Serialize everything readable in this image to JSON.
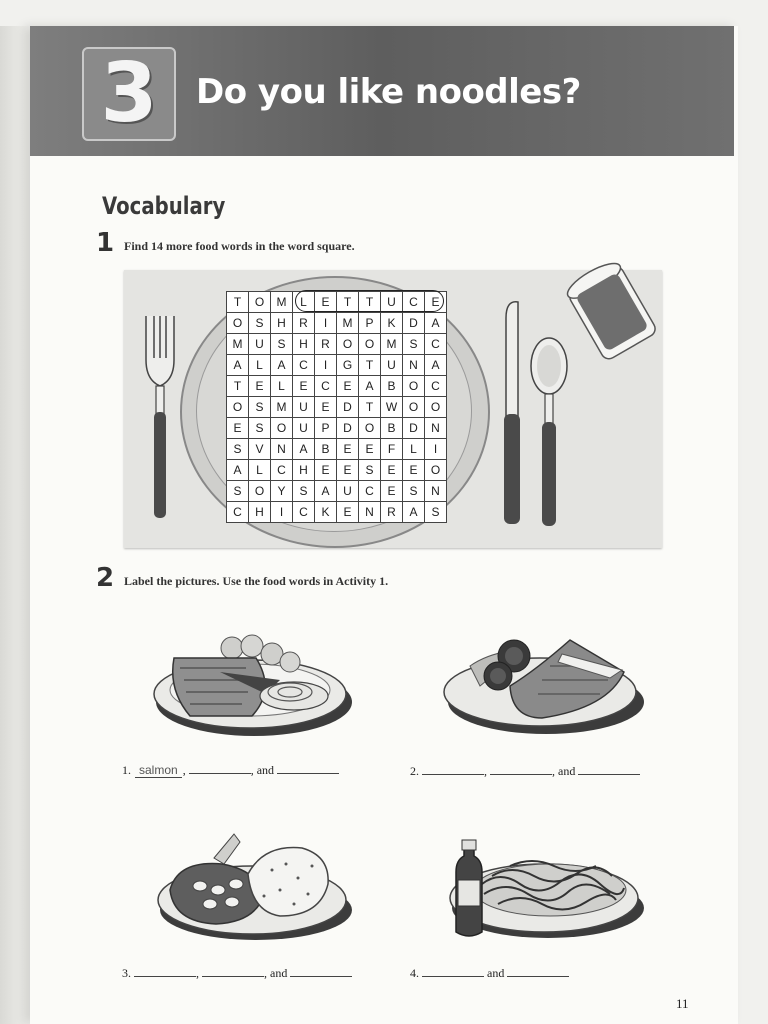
{
  "header": {
    "unit_number": "3",
    "title": "Do you like noodles?"
  },
  "section": {
    "title": "Vocabulary"
  },
  "activity1": {
    "number": "1",
    "instruction": "Find 14 more food words in the word square."
  },
  "word_square": {
    "rows": [
      [
        "T",
        "O",
        "M",
        "L",
        "E",
        "T",
        "T",
        "U",
        "C",
        "E"
      ],
      [
        "O",
        "S",
        "H",
        "R",
        "I",
        "M",
        "P",
        "K",
        "D",
        "A"
      ],
      [
        "M",
        "U",
        "S",
        "H",
        "R",
        "O",
        "O",
        "M",
        "S",
        "C"
      ],
      [
        "A",
        "L",
        "A",
        "C",
        "I",
        "G",
        "T",
        "U",
        "N",
        "A"
      ],
      [
        "T",
        "E",
        "L",
        "E",
        "C",
        "E",
        "A",
        "B",
        "O",
        "C"
      ],
      [
        "O",
        "S",
        "M",
        "U",
        "E",
        "D",
        "T",
        "W",
        "O",
        "O"
      ],
      [
        "E",
        "S",
        "O",
        "U",
        "P",
        "D",
        "O",
        "B",
        "D",
        "N"
      ],
      [
        "S",
        "V",
        "N",
        "A",
        "B",
        "E",
        "E",
        "F",
        "L",
        "I"
      ],
      [
        "A",
        "L",
        "C",
        "H",
        "E",
        "E",
        "S",
        "E",
        "E",
        "O"
      ],
      [
        "S",
        "O",
        "Y",
        "S",
        "A",
        "U",
        "C",
        "E",
        "S",
        "N"
      ],
      [
        "C",
        "H",
        "I",
        "C",
        "K",
        "E",
        "N",
        "R",
        "A",
        "S"
      ]
    ],
    "circled_word": "LETTUCE"
  },
  "activity2": {
    "number": "2",
    "instruction": "Label the pictures. Use the food words in Activity 1."
  },
  "labels": [
    {
      "num": "1.",
      "answer": "salmon",
      "sep1": ",",
      "sep2": ", and"
    },
    {
      "num": "2.",
      "sep1": ",",
      "sep2": ", and"
    },
    {
      "num": "3.",
      "sep1": ",",
      "sep2": ", and"
    },
    {
      "num": "4.",
      "and": "and"
    }
  ],
  "footer": {
    "page_number": "11"
  }
}
